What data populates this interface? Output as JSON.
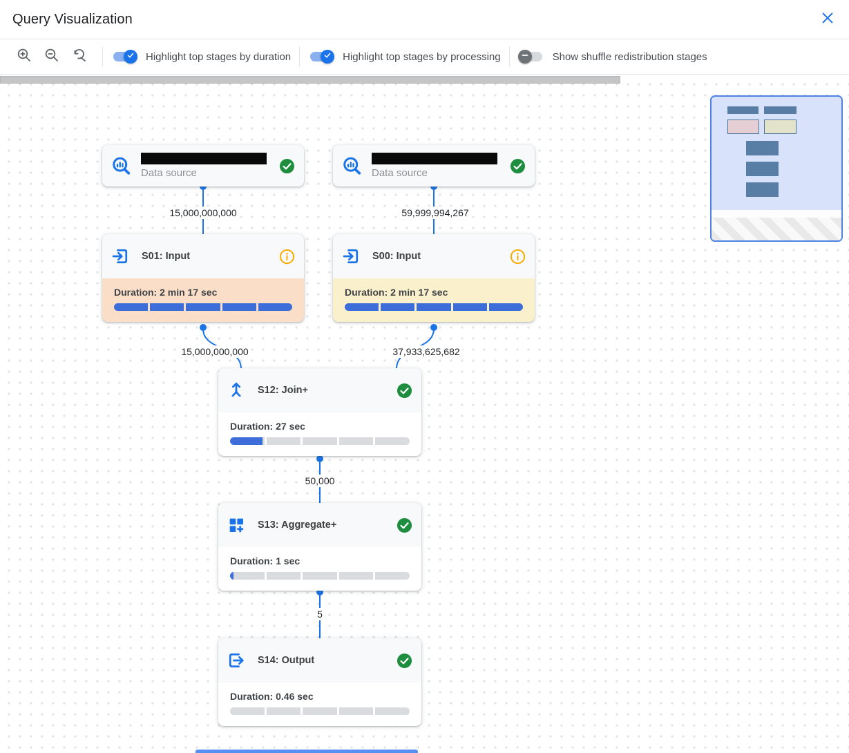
{
  "header": {
    "title": "Query Visualization",
    "close_icon": "close-icon"
  },
  "toolbar": {
    "zoom_controls": [
      {
        "icon": "zoom-in-icon"
      },
      {
        "icon": "zoom-out-icon"
      },
      {
        "icon": "zoom-reset-icon"
      }
    ],
    "toggles": [
      {
        "label": "Highlight top stages by duration",
        "state": "on"
      },
      {
        "label": "Highlight top stages by processing",
        "state": "on"
      },
      {
        "label": "Show shuffle redistribution stages",
        "state": "off"
      }
    ]
  },
  "canvas": {
    "nodes": {
      "ds1": {
        "type": "data-source",
        "name_redacted": true,
        "subtitle": "Data source",
        "status": "completed",
        "icon": "bigquery-table-icon"
      },
      "ds2": {
        "type": "data-source",
        "name_redacted": true,
        "subtitle": "Data source",
        "status": "completed",
        "icon": "bigquery-table-icon"
      },
      "s01": {
        "label": "S01: Input",
        "icon": "input-icon",
        "status": "info",
        "duration": "Duration: 2 min 17 sec",
        "progress_pct": 100,
        "highlight": "top-by-duration"
      },
      "s00": {
        "label": "S00: Input",
        "icon": "input-icon",
        "status": "info",
        "duration": "Duration: 2 min 17 sec",
        "progress_pct": 100,
        "highlight": "top-by-processing"
      },
      "s12": {
        "label": "S12: Join+",
        "icon": "join-icon",
        "status": "completed",
        "duration": "Duration: 27 sec",
        "progress_pct": 19,
        "highlight": "none"
      },
      "s13": {
        "label": "S13: Aggregate+",
        "icon": "aggregate-icon",
        "status": "completed",
        "duration": "Duration: 1 sec",
        "progress_pct": 2,
        "highlight": "none"
      },
      "s14": {
        "label": "S14: Output",
        "icon": "output-icon",
        "status": "completed",
        "duration": "Duration: 0.46 sec",
        "progress_pct": 0,
        "highlight": "none"
      }
    },
    "edges": [
      {
        "from": "data-source-1",
        "to": "S01",
        "rows": "15,000,000,000"
      },
      {
        "from": "data-source-2",
        "to": "S00",
        "rows": "59,999,994,267"
      },
      {
        "from": "S01",
        "to": "S12",
        "rows": "15,000,000,000"
      },
      {
        "from": "S00",
        "to": "S12",
        "rows": "37,933,625,682"
      },
      {
        "from": "S12",
        "to": "S13",
        "rows": "50,000"
      },
      {
        "from": "S13",
        "to": "S14",
        "rows": "5"
      }
    ]
  },
  "colors": {
    "accent_blue": "#1a73e8",
    "success_green": "#1e8e3e",
    "warning_orange": "#f9ab00",
    "highlight_duration_peach": "#fadec8",
    "highlight_processing_yellow": "#faf0cb",
    "progress_blue": "#3d6dd8",
    "progress_track": "#d9dbde",
    "minimap_bg": "#d8e3fb",
    "minimap_border": "#4f83e3",
    "minimap_node": "#587ea6"
  }
}
